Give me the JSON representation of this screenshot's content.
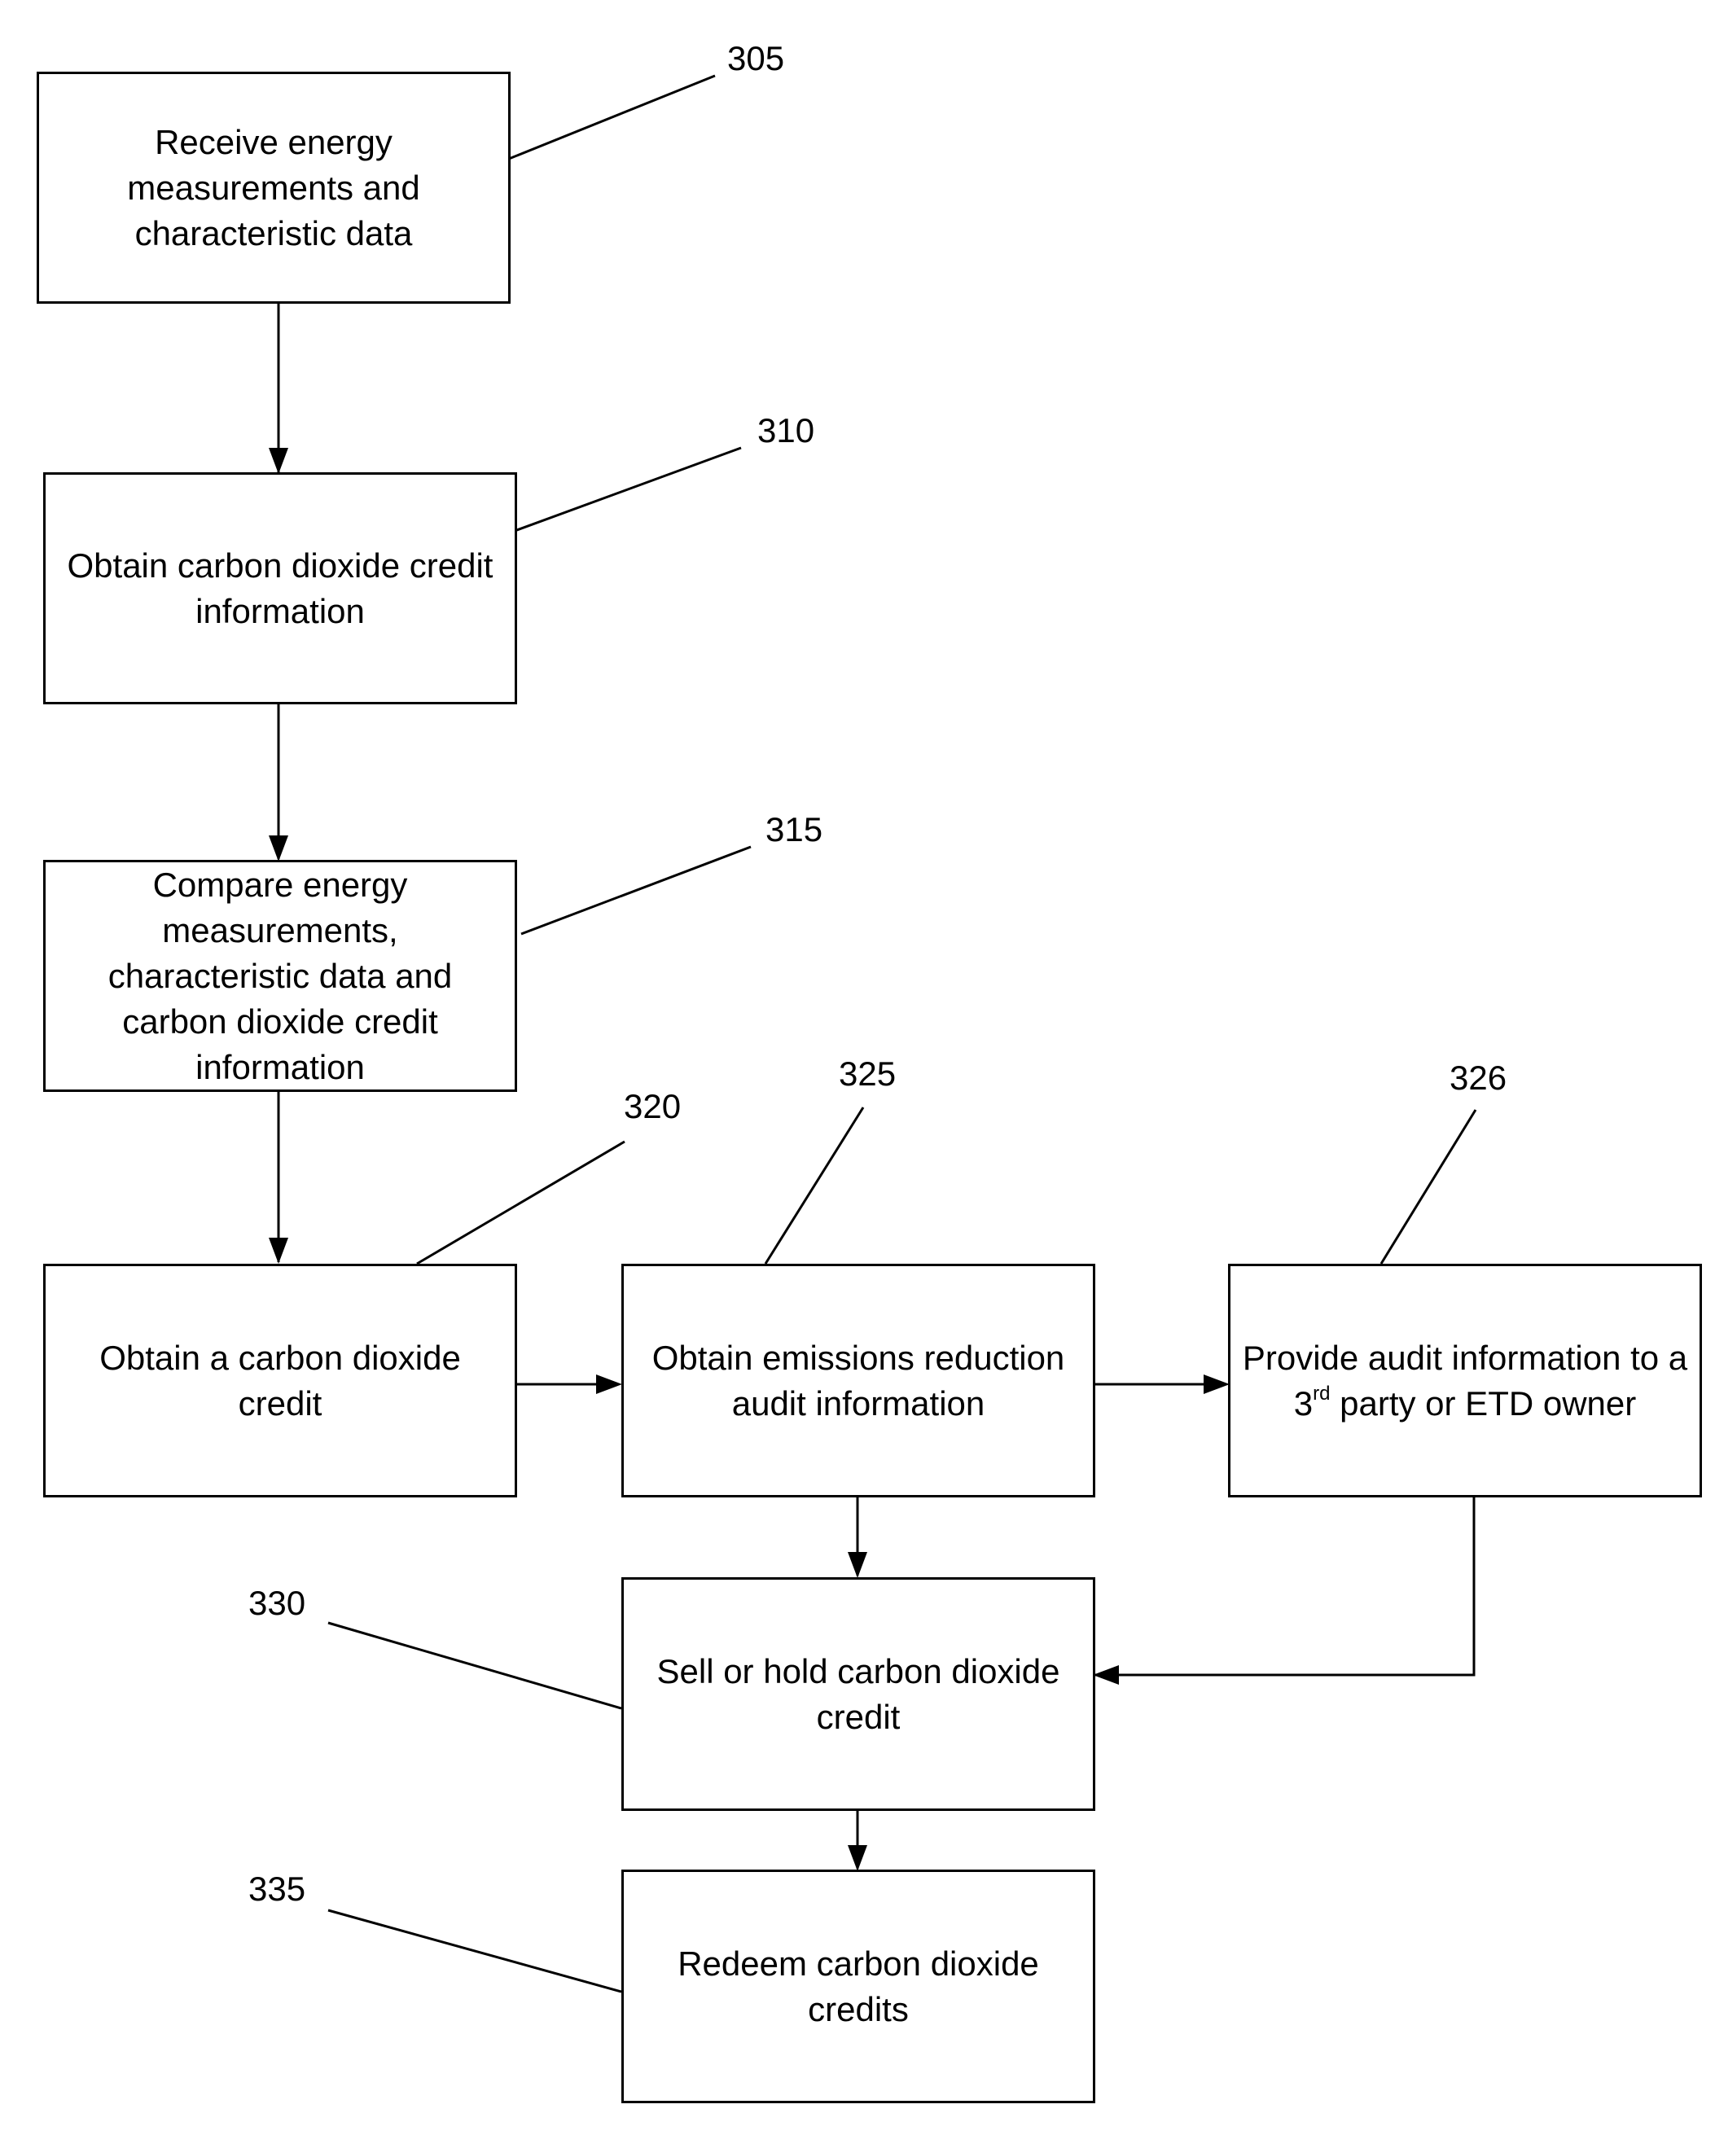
{
  "steps": {
    "s305": {
      "ref": "305",
      "text": "Receive energy measurements and characteristic data"
    },
    "s310": {
      "ref": "310",
      "text": "Obtain carbon dioxide credit information"
    },
    "s315": {
      "ref": "315",
      "text": "Compare energy measurements, characteristic data and carbon dioxide credit information"
    },
    "s320": {
      "ref": "320",
      "text": "Obtain a carbon dioxide credit"
    },
    "s325": {
      "ref": "325",
      "text": "Obtain emissions reduction audit information"
    },
    "s326": {
      "ref": "326",
      "text_before": "Provide audit information to a 3",
      "text_sup": "rd",
      "text_after": " party or ETD owner"
    },
    "s330": {
      "ref": "330",
      "text": "Sell or hold carbon dioxide credit"
    },
    "s335": {
      "ref": "335",
      "text": "Redeem carbon dioxide credits"
    }
  }
}
